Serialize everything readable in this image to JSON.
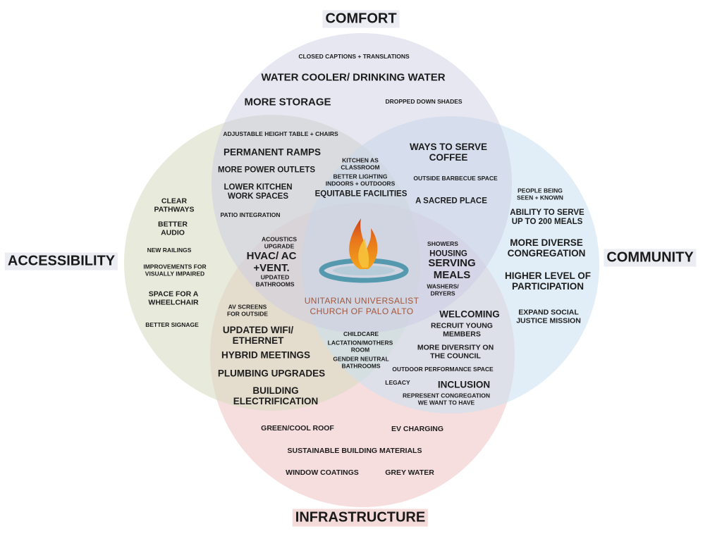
{
  "categories": {
    "comfort": "COMFORT",
    "community": "COMMUNITY",
    "accessibility": "ACCESSIBILITY",
    "infrastructure": "INFRASTRUCTURE"
  },
  "colors": {
    "comfort": "#c9c9e3",
    "community": "#c9e0f0",
    "accessibility": "#d9dcc3",
    "infrastructure": "#efc3c5",
    "label_bg": "#ececf3",
    "logo_flame": "#e8741c",
    "logo_ring": "#3f8ea6",
    "logo_text": "#a4553a"
  },
  "logo": {
    "line1": "UNITARIAN UNIVERSALIST",
    "line2": "CHURCH OF PALO ALTO"
  },
  "items": {
    "closed_captions": "CLOSED CAPTIONS + TRANSLATIONS",
    "water_cooler": "WATER COOLER/ DRINKING WATER",
    "more_storage": "MORE STORAGE",
    "dropped_shades": "DROPPED DOWN SHADES",
    "adjustable_table": "ADJUSTABLE HEIGHT TABLE + CHAIRS",
    "permanent_ramps": "PERMANENT RAMPS",
    "power_outlets": "MORE POWER OUTLETS",
    "lower_kitchen": "LOWER KITCHEN\nWORK SPACES",
    "patio_integration": "PATIO INTEGRATION",
    "kitchen_classroom": "KITCHEN AS\nCLASSROOM",
    "better_lighting": "BETTER LIGHTING\nINDOORS + OUTDOORS",
    "equitable_facilities": "EQUITABLE FACILITIES",
    "ways_serve_coffee": "WAYS TO SERVE\nCOFFEE",
    "outside_bbq": "OUTSIDE BARBECUE SPACE",
    "sacred_place": "A SACRED PLACE",
    "people_seen": "PEOPLE BEING\nSEEN + KNOWN",
    "serve_200": "ABILITY TO SERVE\nUP TO 200 MEALS",
    "diverse_congregation": "MORE DIVERSE\nCONGREGATION",
    "higher_participation": "HIGHER LEVEL OF\nPARTICIPATION",
    "social_justice": "EXPAND SOCIAL\nJUSTICE MISSION",
    "clear_pathways": "CLEAR\nPATHWAYS",
    "better_audio": "BETTER\nAUDIO",
    "new_railings": "NEW RAILINGS",
    "visually_impaired": "IMPROVEMENTS FOR\nVISUALLY IMPAIRED",
    "wheelchair": "SPACE FOR A\nWHEELCHAIR",
    "better_signage": "BETTER SIGNAGE",
    "acoustics": "ACOUSTICS\nUPGRADE",
    "hvac": "HVAC/ AC\n+VENT.",
    "updated_bathrooms": "UPDATED\nBATHROOMS",
    "showers": "SHOWERS",
    "housing": "HOUSING",
    "serving_meals": "SERVING\nMEALS",
    "washers": "WASHERS/\nDRYERS",
    "av_screens": "AV SCREENS\nFOR OUTSIDE",
    "updated_wifi": "UPDATED WIFI/\nETHERNET",
    "hybrid_meetings": "HYBRID MEETINGS",
    "plumbing": "PLUMBING UPGRADES",
    "electrification": "BUILDING\nELECTRIFICATION",
    "childcare": "CHILDCARE",
    "lactation": "LACTATION/MOTHERS\nROOM",
    "gender_neutral": "GENDER NEUTRAL\nBATHROOMS",
    "welcoming": "WELCOMING",
    "recruit_young": "RECRUIT YOUNG\nMEMBERS",
    "diversity_council": "MORE DIVERSITY ON\nTHE COUNCIL",
    "outdoor_performance": "OUTDOOR PERFORMANCE SPACE",
    "legacy": "LEGACY",
    "inclusion": "INCLUSION",
    "represent_congregation": "REPRESENT CONGREGATION\nWE WANT TO HAVE",
    "green_roof": "GREEN/COOL ROOF",
    "ev_charging": "EV CHARGING",
    "sustainable_materials": "SUSTAINABLE BUILDING MATERIALS",
    "window_coatings": "WINDOW COATINGS",
    "grey_water": "GREY WATER"
  }
}
